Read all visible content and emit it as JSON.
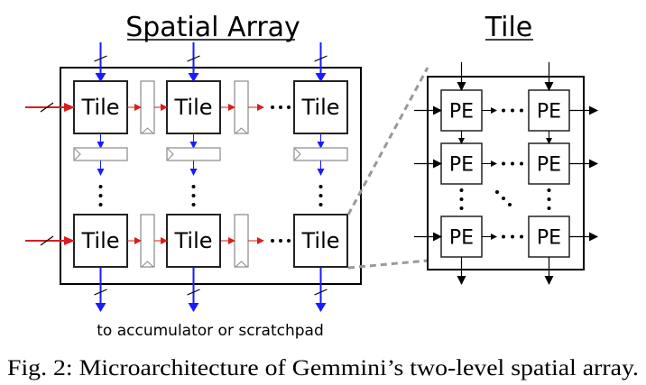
{
  "spatial_array": {
    "title": "Spatial Array",
    "tile_label": "Tile",
    "output_label": "to accumulator or scratchpad",
    "rows": 2,
    "cols": 3
  },
  "tile_detail": {
    "title": "Tile",
    "pe_label": "PE"
  },
  "caption": "Fig. 2: Microarchitecture of Gemmini’s two-level spatial array.",
  "colors": {
    "row_input_arrow": "#d81e1e",
    "column_arrow": "#1a1aff",
    "box_stroke": "#222222",
    "register_stroke": "#888888",
    "zoom_dash": "#999999"
  }
}
